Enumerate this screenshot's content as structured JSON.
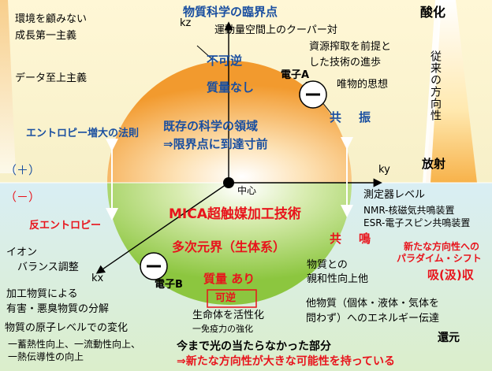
{
  "top_left": {
    "line1": "環境を顧みない",
    "line2": "成長第一主義",
    "data_first": "データ至上主義"
  },
  "title": "物質科学の臨界点",
  "top_right": {
    "cooper": "運動量空間上のクーパー対",
    "resource1": "資源搾取を前提と",
    "resource2": "した技術の進歩",
    "materialism": "唯物的思想"
  },
  "right_column": {
    "oxidation": "酸化",
    "past_direction": "従来の方向性",
    "radiation": "放射",
    "reduction": "還元"
  },
  "axes": {
    "kz": "kz",
    "ky": "ky",
    "kx": "kx",
    "center": "中心"
  },
  "upper": {
    "irreversible": "不可逆",
    "massless": "質量なし",
    "electron_a": "電子A",
    "domain1": "既存の科学の領域",
    "domain2": "⇒限界点に到達寸前",
    "resonance": [
      "共",
      "振"
    ]
  },
  "left": {
    "entropy_law": "エントロピー増大の法則",
    "plus": "（＋）",
    "minus": "（－）",
    "anti_entropy": "反エントロピー",
    "ion1": "イオン",
    "ion2": "バランス調整"
  },
  "lower": {
    "mica": "MICA超触媒加工技術",
    "multi": "多次元界（生体系）",
    "resonance2": [
      "共",
      "鳴"
    ],
    "electron_b": "電子B",
    "mass": "質量 あり",
    "reversible": "可逆",
    "activate": "生命体を活性化",
    "immunity": "一免疫力の強化",
    "affinity1": "物質との",
    "affinity2": "親和性向上他"
  },
  "right_lower": {
    "instrument": "測定器レベル",
    "nmr": "NMR-核磁気共鳴装置",
    "esr": "ESR-電子スピン共鳴装置",
    "paradigm1": "新たな方向性への",
    "paradigm2": "パラダイム・シフト",
    "absorb": "吸(汲)収"
  },
  "bottom": {
    "processed1": "加工物質による",
    "processed2": "有害・悪臭物質の分解",
    "atomic": "物質の原子レベルでの変化",
    "heat1": "一蓄熱性向上、一流動性向上、",
    "heat2": "一熱伝導性の向上",
    "other1": "他物質（個体・液体・気体を",
    "other2": "問わず）へのエネルギー伝達",
    "unseen": "今まで光の当たらなかった部分",
    "possibility": "⇒新たな方向性が大きな可能性を持っている"
  },
  "colors": {
    "upper": "#f29a2e",
    "lower": "#8cc63f",
    "blue_text": "#1a4fa0",
    "red_text": "#e8141c"
  }
}
